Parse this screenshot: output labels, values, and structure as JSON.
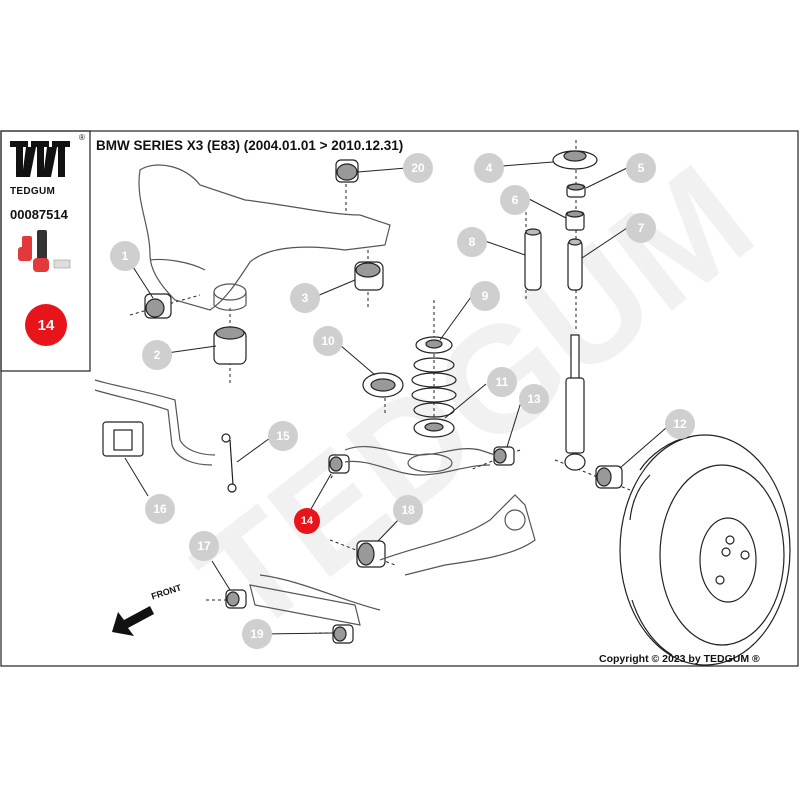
{
  "header": {
    "brand": "TEDGUM",
    "part_number": "00087514",
    "vehicle": "BMW SERIES X3 (E83)  (2004.01.01 > 2010.12.31)",
    "registered_mark": "®"
  },
  "panel": {
    "highlight_number": "14",
    "highlight_color": "#e8141b"
  },
  "watermark": "TEDGUM",
  "callouts": [
    "1",
    "2",
    "3",
    "4",
    "5",
    "6",
    "7",
    "8",
    "9",
    "10",
    "11",
    "12",
    "13",
    "14",
    "15",
    "16",
    "17",
    "18",
    "19",
    "20"
  ],
  "highlighted_callout": "14",
  "direction_label": "FRONT",
  "copyright": "Copyright © 2023 by TEDGUM ®",
  "colors": {
    "callout": "#cfcfcf",
    "highlight": "#e8141b",
    "line": "#222222"
  }
}
